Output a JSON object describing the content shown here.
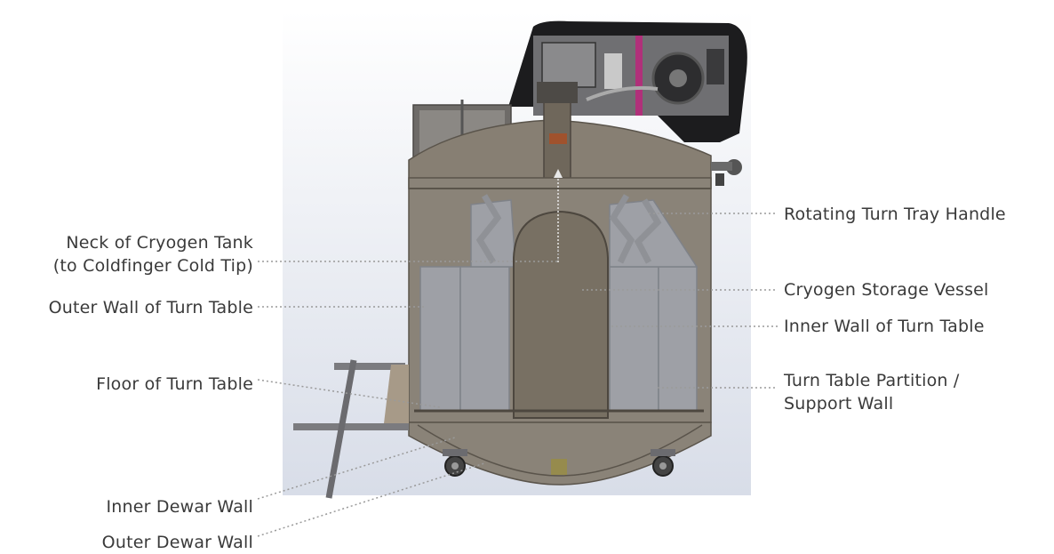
{
  "labels": {
    "neck": "Neck of Cryogen Tank",
    "neck_sub": "(to Coldfinger Cold Tip)",
    "outer_wall_turn_table": "Outer Wall of Turn Table",
    "floor_turn_table": "Floor of Turn Table",
    "inner_dewar_wall": "Inner Dewar Wall",
    "outer_dewar_wall": "Outer Dewar Wall",
    "rotating_handle": "Rotating Turn Tray Handle",
    "storage_vessel": "Cryogen Storage Vessel",
    "inner_wall_turn_table": "Inner Wall of Turn Table",
    "partition": "Turn Table Partition /",
    "partition_sub": "Support Wall"
  },
  "colors": {
    "body_fill": "#8a8378",
    "body_dark": "#6e675d",
    "panel_fill": "#9ea0a6",
    "panel_dark": "#7f8288",
    "black_housing": "#1c1c1e",
    "accent_magenta": "#b0307a",
    "backdrop_top": "#ffffff",
    "backdrop_bottom": "#d7dde8",
    "leader_line": "#9a9a9a"
  }
}
